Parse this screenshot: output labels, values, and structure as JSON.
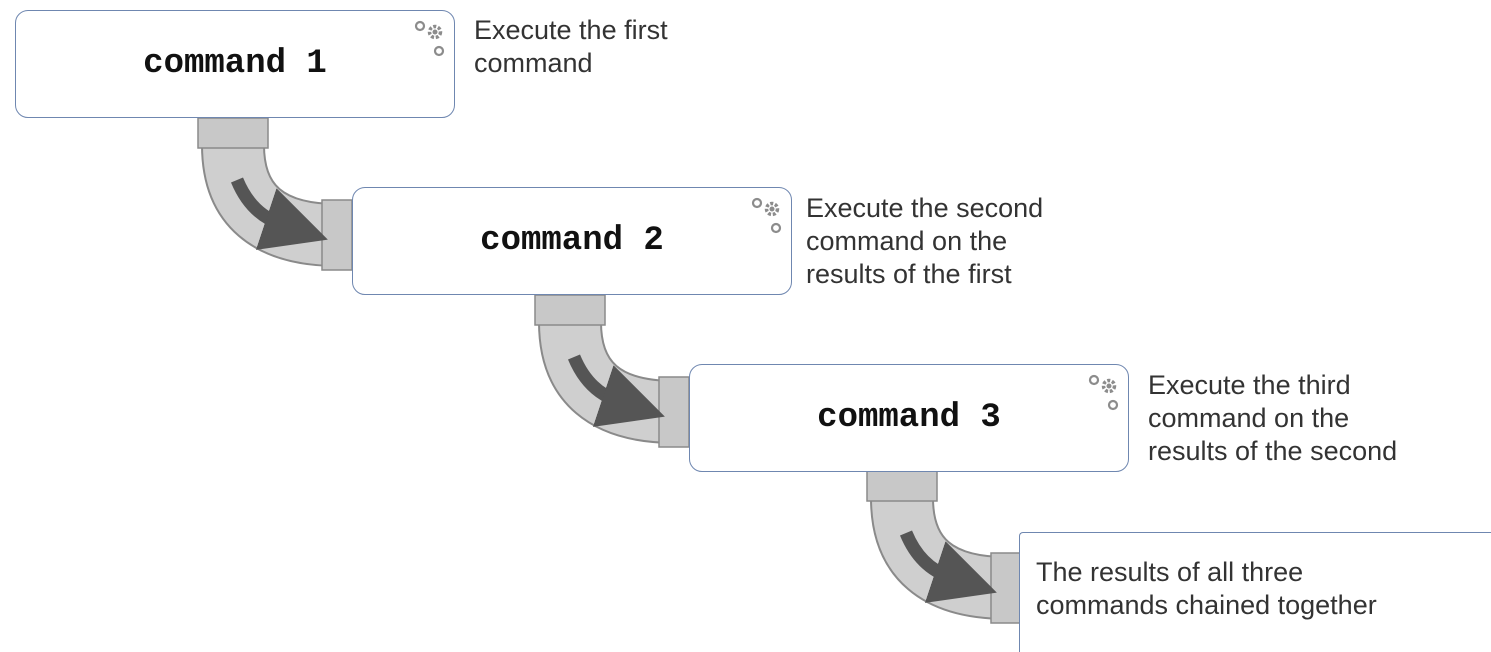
{
  "steps": [
    {
      "command": "command 1",
      "description": [
        "Execute the first",
        "command"
      ]
    },
    {
      "command": "command 2",
      "description": [
        "Execute the second",
        "command on the",
        "results of the first"
      ]
    },
    {
      "command": "command 3",
      "description": [
        "Execute the third",
        "command on the",
        "results of the second"
      ]
    }
  ],
  "result": {
    "lines": [
      "The results of all three",
      "commands chained together"
    ]
  },
  "colors": {
    "box_border": "#6f87b0",
    "pipe": "#cfcfcf",
    "pipe_outline": "#8a8a8a",
    "arrow": "#555555",
    "gear": "#8c8c8c"
  },
  "icons": {
    "box_corner": "gears-icon",
    "flow": "pipe-elbow",
    "flow_arrow": "curved-arrow-icon"
  }
}
